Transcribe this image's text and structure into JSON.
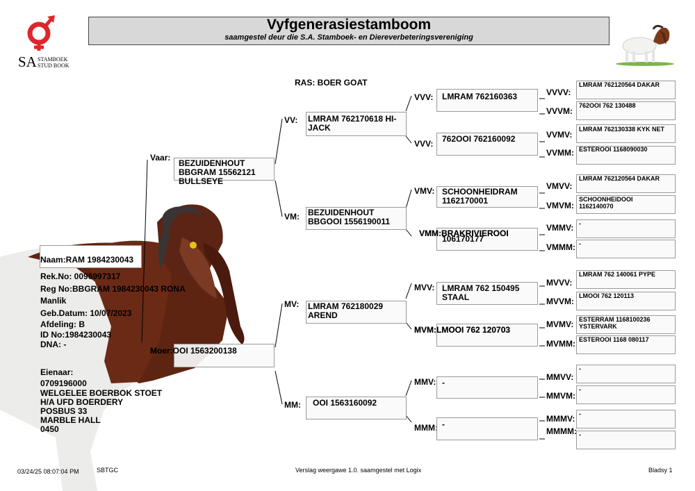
{
  "header": {
    "title": "Vyfgenerasiestamboom",
    "subtitle": "saamgestel deur die S.A. Stamboek- en Diereverbeteringsvereniging"
  },
  "logo": {
    "sa": "SA",
    "line1": "STAMBOEK",
    "line2": "STUD BOOK",
    "icon": "sa-studbook-logo",
    "color": "#e0262b"
  },
  "ras": "RAS: BOER GOAT",
  "animal": {
    "naam": "Naam:RAM 1984230043",
    "rek": "Rek.No: 0096997317",
    "reg": "Reg No:BBGRAM 1984230043 RONA",
    "geslag": "Manlik",
    "geb": "Geb.Datum: 10/07/2023",
    "afdeling": "Afdeling: B",
    "id": "ID No:1984230043",
    "dna": "DNA: -"
  },
  "owner": {
    "label": "Eienaar:",
    "number": "0709196000",
    "name": "WELGELEE BOERBOK STOET",
    "address1": "H/A UFD BOERDERY",
    "address2": "POSBUS 33",
    "address3": "MARBLE HALL",
    "code": "0450"
  },
  "gen1": {
    "vaar_label": "Vaar:",
    "vaar": "BEZUIDENHOUT\nBBGRAM 15562121\nBULLSEYE",
    "moer_label": "Moer:OOI 1563200138"
  },
  "gen2": {
    "vv_label": "VV:",
    "vv": "LMRAM 762170618 HI-\nJACK",
    "vm_label": "VM:",
    "vm": "BEZUIDENHOUT\nBBGOOI 1556190011",
    "mv_label": "MV:",
    "mv": "LMRAM 762180029\nAREND",
    "mm_label": "MM:",
    "mm": "OOI 1563160092"
  },
  "gen3": {
    "vvv_label": "VVV:",
    "vvv": "LMRAM 762160363",
    "vvm_label": "VVV:",
    "vvm": "762OOI 762160092",
    "vmv_label": "VMV:",
    "vmv": "SCHOONHEIDRAM\n1162170001",
    "vmm_label": "VMM:BRAKRIVIEROOI",
    "vmm": "106170177",
    "mvv_label": "MVV:",
    "mvv": "LMRAM 762 150495\nSTAAL",
    "mvm_label": "MVM:LMOOI 762 120703",
    "mmv_label": "MMV:",
    "mmv": "-",
    "mmm_label": "MMM:",
    "mmm": "-"
  },
  "gen4": {
    "vvvv_label": "VVVV:",
    "vvvv": "LMRAM 762120564 DAKAR",
    "vvvm_label": "VVVM:",
    "vvvm": "762OOI 762 130488",
    "vvmv_label": "VVMV:",
    "vvmv": "LMRAM 762130338 KYK NET",
    "vvmm_label": "VVMM:",
    "vvmm": "ESTEROOI 1168090030",
    "vmvv_label": "VMVV:",
    "vmvv": "LMRAM 762120564 DAKAR",
    "vmvm_label": "VMVM:",
    "vmvm": "SCHOONHEIDOOI\n1162140070",
    "vmmv_label": "VMMV:",
    "vmmv": "-",
    "vmmm_label": "VMMM:",
    "vmmm": "-",
    "mvvv_label": "MVVV:",
    "mvvv": "LMRAM 762 140061 PYPE",
    "mvvm_label": "MVVM:",
    "mvvm": "LMOOI 762 120113",
    "mvmv_label": "MVMV:",
    "mvmv": "ESTERRAM 1168100236\nYSTERVARK",
    "mvmm_label": "MVMM:",
    "mvmm": "ESTEROOI 1168 080117",
    "mmvv_label": "MMVV:",
    "mmvv": "-",
    "mmvm_label": "MMVM:",
    "mmvm": "-",
    "mmmv_label": "MMMV:",
    "mmmv": "-",
    "mmmm_label": "MMMM:",
    "mmmm": "-"
  },
  "footer": {
    "datetime": "03/24/25 08:07:04 PM",
    "org": "SBTGC",
    "version": "Verslag weergawe 1.0. saamgestel met Logix",
    "page": "Bladsy 1"
  },
  "colors": {
    "goat_head": "#6b2a16",
    "goat_body": "#ececea",
    "tag": "#e8c317"
  }
}
